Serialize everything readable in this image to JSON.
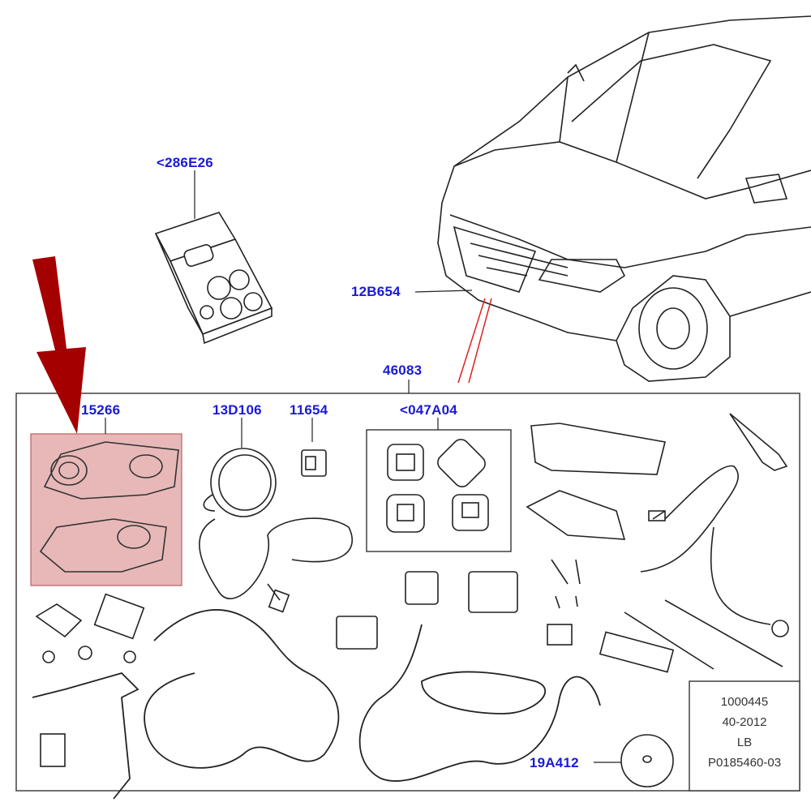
{
  "callouts": {
    "bulb_kit": "<286E26",
    "front_bumper_part": "12B654",
    "kit_main": "46083",
    "highlighted_part": "15266",
    "fog_lamp": "13D106",
    "switch": "11654",
    "bezels": "<047A04",
    "buzzer": "19A412"
  },
  "info_box": {
    "line1": "1000445",
    "line2": "40-2012",
    "line3": "LB",
    "line4": "P0185460-03"
  },
  "colors": {
    "callout": "#1a1ad8",
    "arrow": "#a50000",
    "highlight_fill": "#e8b8b8",
    "highlight_border": "#b86060",
    "leader_red": "#e02020"
  }
}
